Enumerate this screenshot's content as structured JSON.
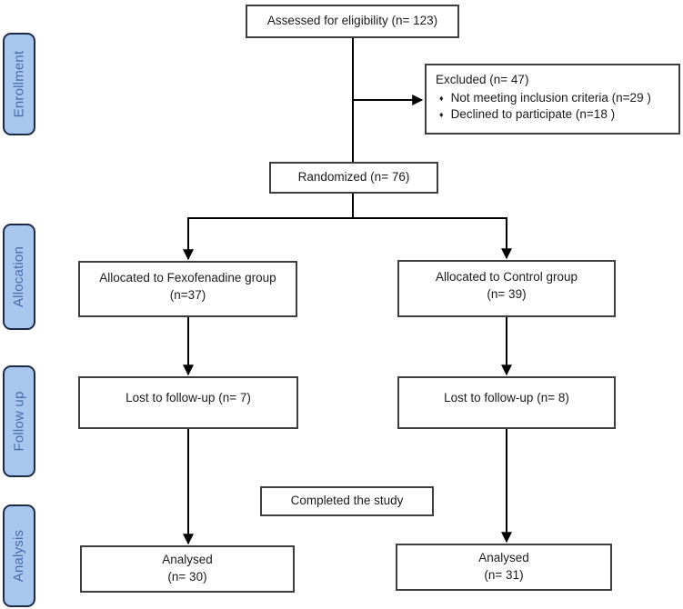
{
  "sidebar": {
    "stages": [
      {
        "label": "Enrollment"
      },
      {
        "label": "Allocation"
      },
      {
        "label": "Follow up"
      },
      {
        "label": "Analysis"
      }
    ]
  },
  "flow": {
    "assessed": {
      "text": "Assessed for eligibility (n= 123)"
    },
    "excluded": {
      "title": "Excluded (n= 47)",
      "bullet_char": "♦",
      "items": [
        "Not meeting inclusion criteria (n=29 )",
        "Declined to participate (n=18 )"
      ]
    },
    "randomized": {
      "text": "Randomized (n= 76)"
    },
    "allocated_left": {
      "line1": "Allocated to Fexofenadine group",
      "line2": "(n=37)"
    },
    "allocated_right": {
      "line1": "Allocated to Control group",
      "line2": "(n= 39)"
    },
    "lost_left": {
      "text": "Lost to follow-up (n= 7)"
    },
    "lost_right": {
      "text": "Lost to follow-up (n= 8)"
    },
    "completed": {
      "text": "Completed the study"
    },
    "analysed_left": {
      "line1": "Analysed",
      "line2": "(n= 30)"
    },
    "analysed_right": {
      "line1": "Analysed",
      "line2": "(n= 31)"
    }
  },
  "colors": {
    "stage_fill": "#a9c6ef",
    "stage_border": "#1e2a4a",
    "stage_text": "#4a6da8",
    "box_border": "#3d3d3d",
    "arrow": "#000000"
  }
}
